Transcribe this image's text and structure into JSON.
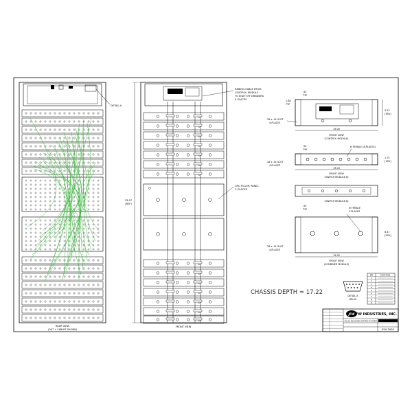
{
  "drawing": {
    "rear_view": {
      "detail_callout": "DETAIL A",
      "title": "REAR VIEW",
      "subtitle": "(OUT + CABLES SHOWN)"
    },
    "front_view": {
      "ribbon_note": [
        "RIBBON CABLE FROM",
        "CONTROL MODULE",
        "TO EIGHT RF DRAWERS",
        "2-PLACES"
      ],
      "filler_note": [
        "1RU FILLER PANEL",
        "3-PLACES"
      ],
      "overall_height": [
        "33.97",
        "[REF]"
      ],
      "title": "FRONT VIEW"
    },
    "control_module": {
      "dim_top": ".54",
      "dim_top_tol": "TYP",
      "dim_left": [
        "1.88",
        "TYP"
      ],
      "dim_right": [
        "5.23",
        "[3RU]"
      ],
      "slot_note": [
        ".28 x .41 SLOT",
        "4-PLACES"
      ],
      "width": "19.00",
      "caption": [
        "FRONT VIEW",
        "(CONTROL MODULE)"
      ]
    },
    "matrix_module": {
      "dim_top": ".54",
      "dim_top_tol": "TYP",
      "connector_note": [
        "N FEMALE (8-PLACES)"
      ],
      "dim_right": [
        "1.75",
        "[1RU]"
      ],
      "slot_note": [
        ".28 x .41 SLOT",
        "4-PLACES"
      ],
      "width": "19.00",
      "caption": [
        "FRONT VIEW",
        "(SWITCH MODULE 8)"
      ]
    },
    "switch_module": {
      "caption": "(SWITCH MODULE 8)"
    },
    "combiner_module": {
      "dim_top": ".54",
      "dim_top_tol": "TYP",
      "connector_note": [
        "N FEMALE",
        "3-PLACES"
      ],
      "dim_right": [
        "8.47",
        "[5RU]"
      ],
      "slot_note": [
        ".28 x .41 SLOT",
        "4-PLACES"
      ],
      "width": "19.00",
      "caption": [
        "FRONT VIEW",
        "(COMBINER MODULE)"
      ]
    },
    "chassis_depth": "CHASSIS DEPTH = 17.22",
    "db9_detail": [
      "DETAIL A",
      "DB-9S"
    ],
    "pin_table": {
      "header": [
        "PIN",
        "FUNCTION"
      ],
      "rows": [
        [
          "1",
          ""
        ],
        [
          "2",
          ""
        ],
        [
          "3",
          ""
        ],
        [
          "4",
          ""
        ],
        [
          "5",
          ""
        ],
        [
          "6",
          ""
        ],
        [
          "7",
          ""
        ],
        [
          "8",
          ""
        ],
        [
          "9",
          ""
        ]
      ]
    },
    "title_block": {
      "company": "JFW INDUSTRIES, INC.",
      "logo": "JFW",
      "title": "16x16 BLOCKING MATRIX SYSTEM",
      "drawing_number": "050-3930"
    }
  }
}
